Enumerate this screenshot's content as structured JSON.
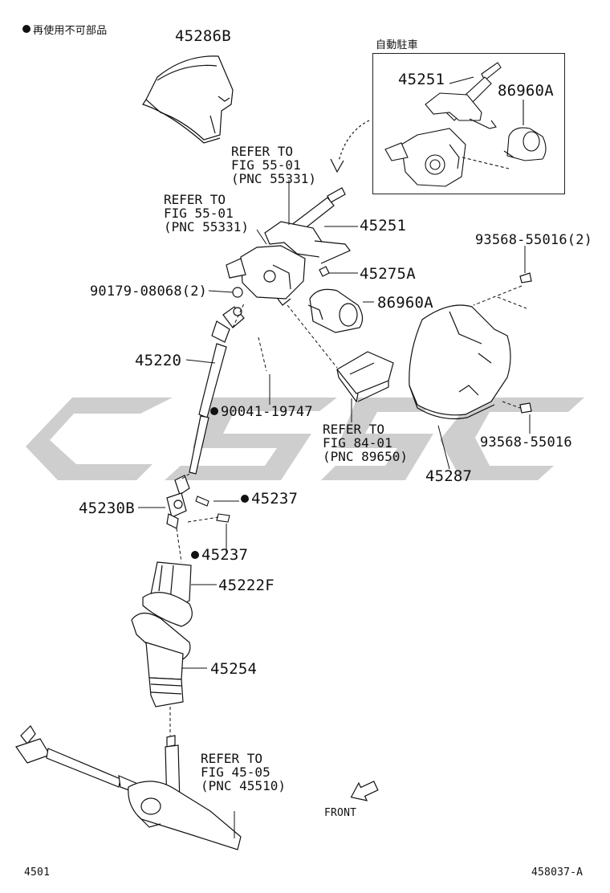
{
  "legend": {
    "text": "再使用不可部品"
  },
  "inset": {
    "title": "自動駐車"
  },
  "parts": {
    "p45286B": "45286B",
    "p45251_inset": "45251",
    "p86960A_inset": "86960A",
    "p45251": "45251",
    "p45275A": "45275A",
    "p86960A": "86960A",
    "p93568_55016_2": "93568-55016(2)",
    "p90179": "90179-08068(2)",
    "p45220": "45220",
    "p90041": "90041-19747",
    "p93568_55016": "93568-55016",
    "p45287": "45287",
    "p45230B": "45230B",
    "p45237_a": "45237",
    "p45237_b": "45237",
    "p45222F": "45222F",
    "p45254": "45254"
  },
  "refs": {
    "r1": {
      "l1": "REFER TO",
      "l2": "FIG 55-01",
      "l3": "(PNC 55331)"
    },
    "r2": {
      "l1": "REFER TO",
      "l2": "FIG 55-01",
      "l3": "(PNC 55331)"
    },
    "r3": {
      "l1": "REFER TO",
      "l2": "FIG 84-01",
      "l3": "(PNC 89650)"
    },
    "r4": {
      "l1": "REFER TO",
      "l2": "FIG 45-05",
      "l3": "(PNC 45510)"
    }
  },
  "front_label": "FRONT",
  "footer": {
    "left": "4501",
    "right": "458037-A"
  },
  "colors": {
    "watermark": "#c9c9c9",
    "ink": "#111111"
  }
}
